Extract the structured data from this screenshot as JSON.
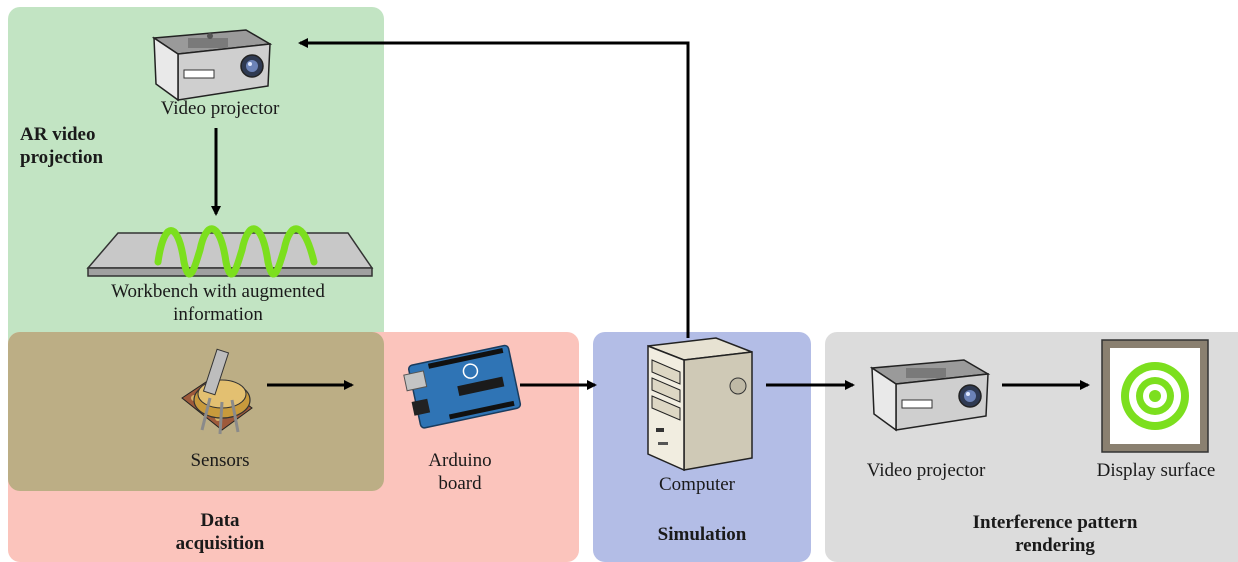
{
  "panels": {
    "ar_projection": {
      "title_line1": "AR video",
      "title_line2": "projection",
      "color": "#c2e4c3"
    },
    "data_acquisition": {
      "title_line1": "Data",
      "title_line2": "acquisition",
      "color": "#fbc4bc"
    },
    "simulation": {
      "title": "Simulation",
      "color": "#b3bde6"
    },
    "interference": {
      "title_line1": "Interference pattern",
      "title_line2": "rendering",
      "color": "#dcdcdc"
    }
  },
  "labels": {
    "video_projector_top": "Video projector",
    "workbench_line1": "Workbench with augmented",
    "workbench_line2": "information",
    "sensors": "Sensors",
    "arduino_line1": "Arduino",
    "arduino_line2": "board",
    "computer": "Computer",
    "video_projector_right": "Video projector",
    "display_surface": "Display surface"
  },
  "colors": {
    "overlap": "#bcae85",
    "wave_green": "#7cdf1e",
    "arrow": "#000000"
  },
  "icons": [
    "projector-icon",
    "workbench-icon",
    "potentiometer-icon",
    "arduino-board-icon",
    "computer-tower-icon",
    "display-surface-icon"
  ]
}
